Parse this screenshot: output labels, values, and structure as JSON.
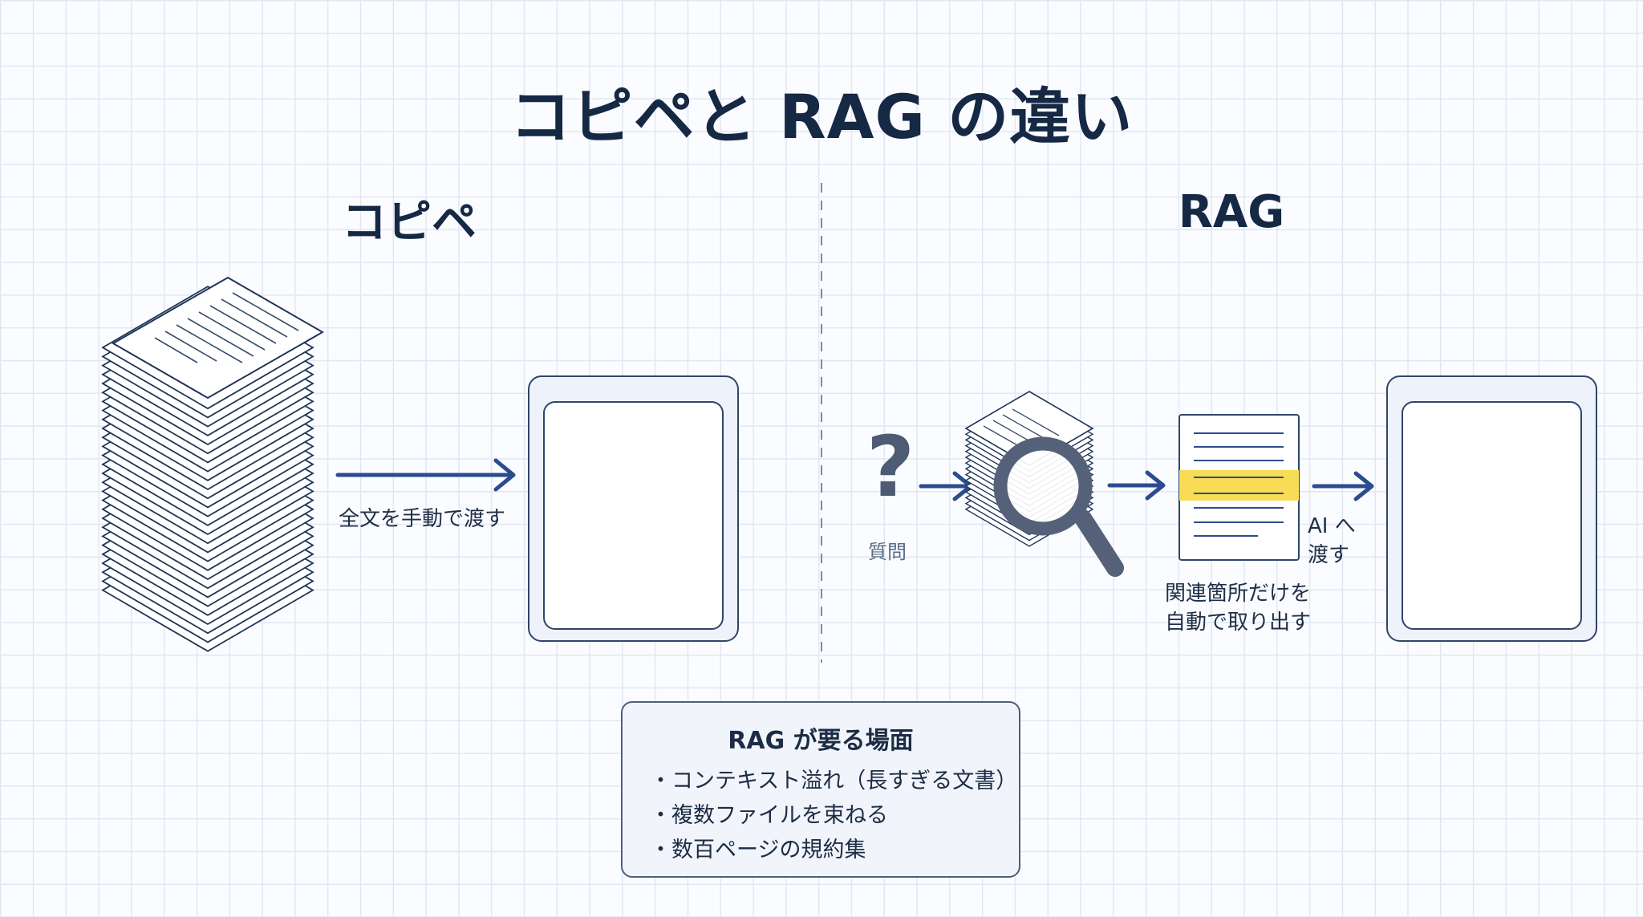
{
  "title": "コピペと RAG の違い",
  "left": {
    "heading": "コピペ",
    "arrow_label": "全文を手動で渡す"
  },
  "right": {
    "heading": "RAG",
    "question_label": "質問",
    "extract_label_line1": "関連箇所だけを",
    "extract_label_line2": "自動で取り出す",
    "to_ai_line1": "AI へ",
    "to_ai_line2": "渡す"
  },
  "info_box": {
    "title": "RAG が要る場面",
    "items": [
      "コンテキスト溢れ（長すぎる文書）",
      "複数ファイルを束ねる",
      "数百ページの規約集"
    ]
  },
  "icons": [
    "stack-of-pages-icon",
    "chat-window-icon",
    "question-mark-icon",
    "magnifier-icon",
    "document-icon",
    "arrow-icon"
  ],
  "colors": {
    "ink": "#152844",
    "accent_arrow": "#2b4c8e",
    "highlight": "#f8dc55",
    "grid": "#e1e7f2"
  }
}
